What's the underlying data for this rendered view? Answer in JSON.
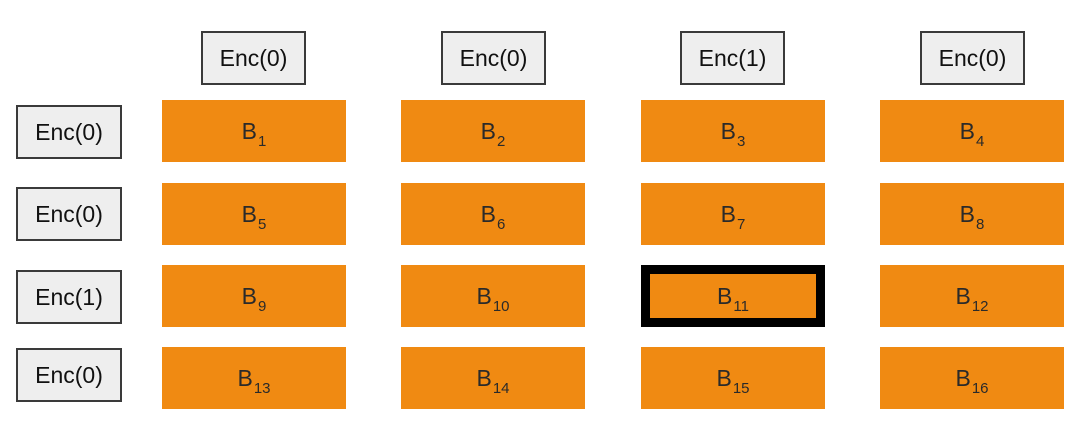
{
  "column_labels": [
    "Enc(0)",
    "Enc(0)",
    "Enc(1)",
    "Enc(0)"
  ],
  "row_labels": [
    "Enc(0)",
    "Enc(0)",
    "Enc(1)",
    "Enc(0)"
  ],
  "blocks": [
    {
      "letter": "B",
      "index": "1"
    },
    {
      "letter": "B",
      "index": "2"
    },
    {
      "letter": "B",
      "index": "3"
    },
    {
      "letter": "B",
      "index": "4"
    },
    {
      "letter": "B",
      "index": "5"
    },
    {
      "letter": "B",
      "index": "6"
    },
    {
      "letter": "B",
      "index": "7"
    },
    {
      "letter": "B",
      "index": "8"
    },
    {
      "letter": "B",
      "index": "9"
    },
    {
      "letter": "B",
      "index": "10"
    },
    {
      "letter": "B",
      "index": "11"
    },
    {
      "letter": "B",
      "index": "12"
    },
    {
      "letter": "B",
      "index": "13"
    },
    {
      "letter": "B",
      "index": "14"
    },
    {
      "letter": "B",
      "index": "15"
    },
    {
      "letter": "B",
      "index": "16"
    }
  ],
  "selected_block_index": "11",
  "colors": {
    "block_fill": "#f08a12",
    "label_fill": "#eeeeee",
    "label_border": "#3a3a3a",
    "selected_border": "#000000"
  }
}
